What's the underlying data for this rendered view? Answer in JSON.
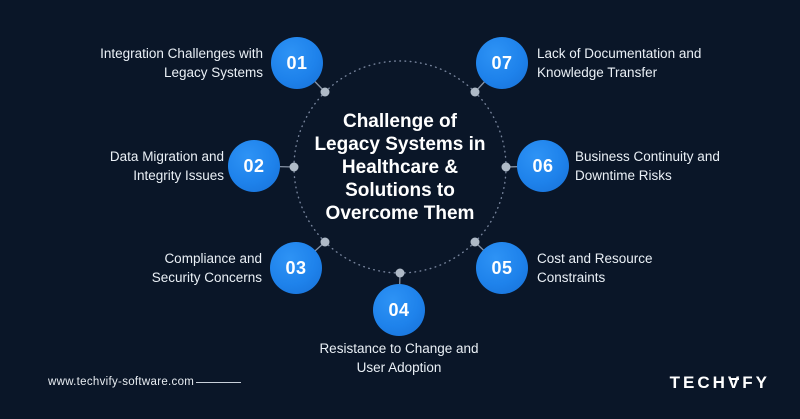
{
  "title": "Challenge of Legacy Systems in Healthcare & Solutions to Overcome Them",
  "steps": [
    {
      "number": "01",
      "label": "Integration Challenges with Legacy Systems"
    },
    {
      "number": "02",
      "label": "Data Migration and Integrity Issues"
    },
    {
      "number": "03",
      "label": "Compliance and Security Concerns"
    },
    {
      "number": "04",
      "label": "Resistance to Change and User Adoption"
    },
    {
      "number": "05",
      "label": "Cost and Resource Constraints"
    },
    {
      "number": "06",
      "label": "Business Continuity and Downtime Risks"
    },
    {
      "number": "07",
      "label": "Lack of Documentation and Knowledge Transfer"
    }
  ],
  "footer": {
    "website": "www.techvify-software.com",
    "logo": {
      "part1": "TECH",
      "v_glyph": "V",
      "part2": "FY"
    }
  },
  "colors": {
    "background": "#0A1628",
    "accent_blue": "#1E82EB",
    "text_white": "#FFFFFF",
    "connector_gray": "#8793A5",
    "dot_gray": "#AFBAC7"
  }
}
